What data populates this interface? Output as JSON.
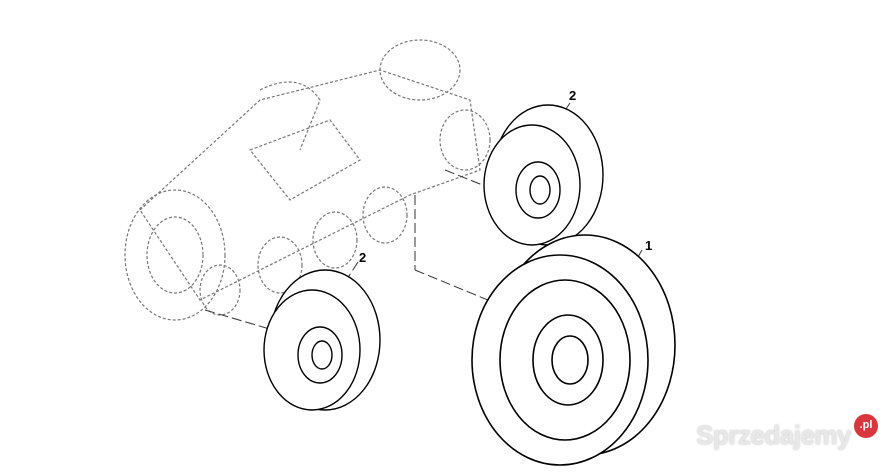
{
  "callouts": {
    "wheel_spoked": "1",
    "wheel_upper": "2",
    "wheel_lower": "2"
  },
  "watermark": {
    "text": "Sprzedajemy",
    "badge": ".pl",
    "badge_color": "#d9363e"
  }
}
